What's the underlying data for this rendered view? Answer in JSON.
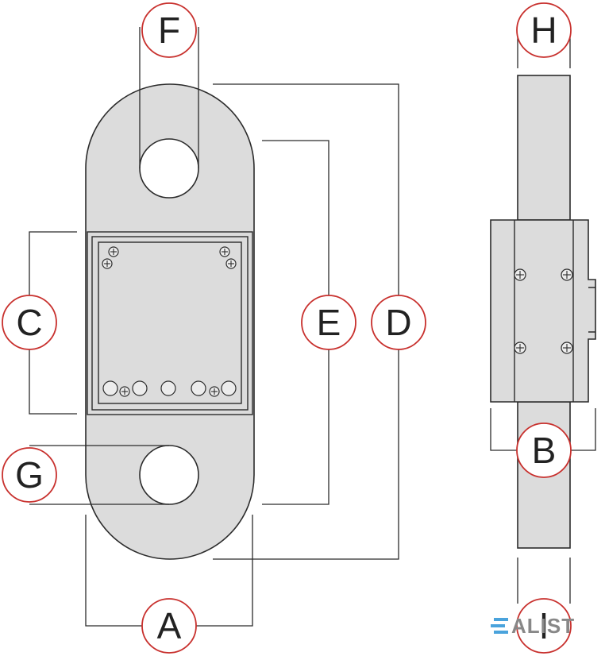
{
  "labels": {
    "A": "A",
    "B": "B",
    "C": "C",
    "D": "D",
    "E": "E",
    "F": "F",
    "G": "G",
    "H": "H",
    "I": "I"
  },
  "logo": {
    "text": "ALIST",
    "accent_color": "#4aa3dc"
  },
  "colors": {
    "body": "#dcdcdc",
    "outline": "#2b2b2b",
    "bubble_border": "#c8302d"
  }
}
